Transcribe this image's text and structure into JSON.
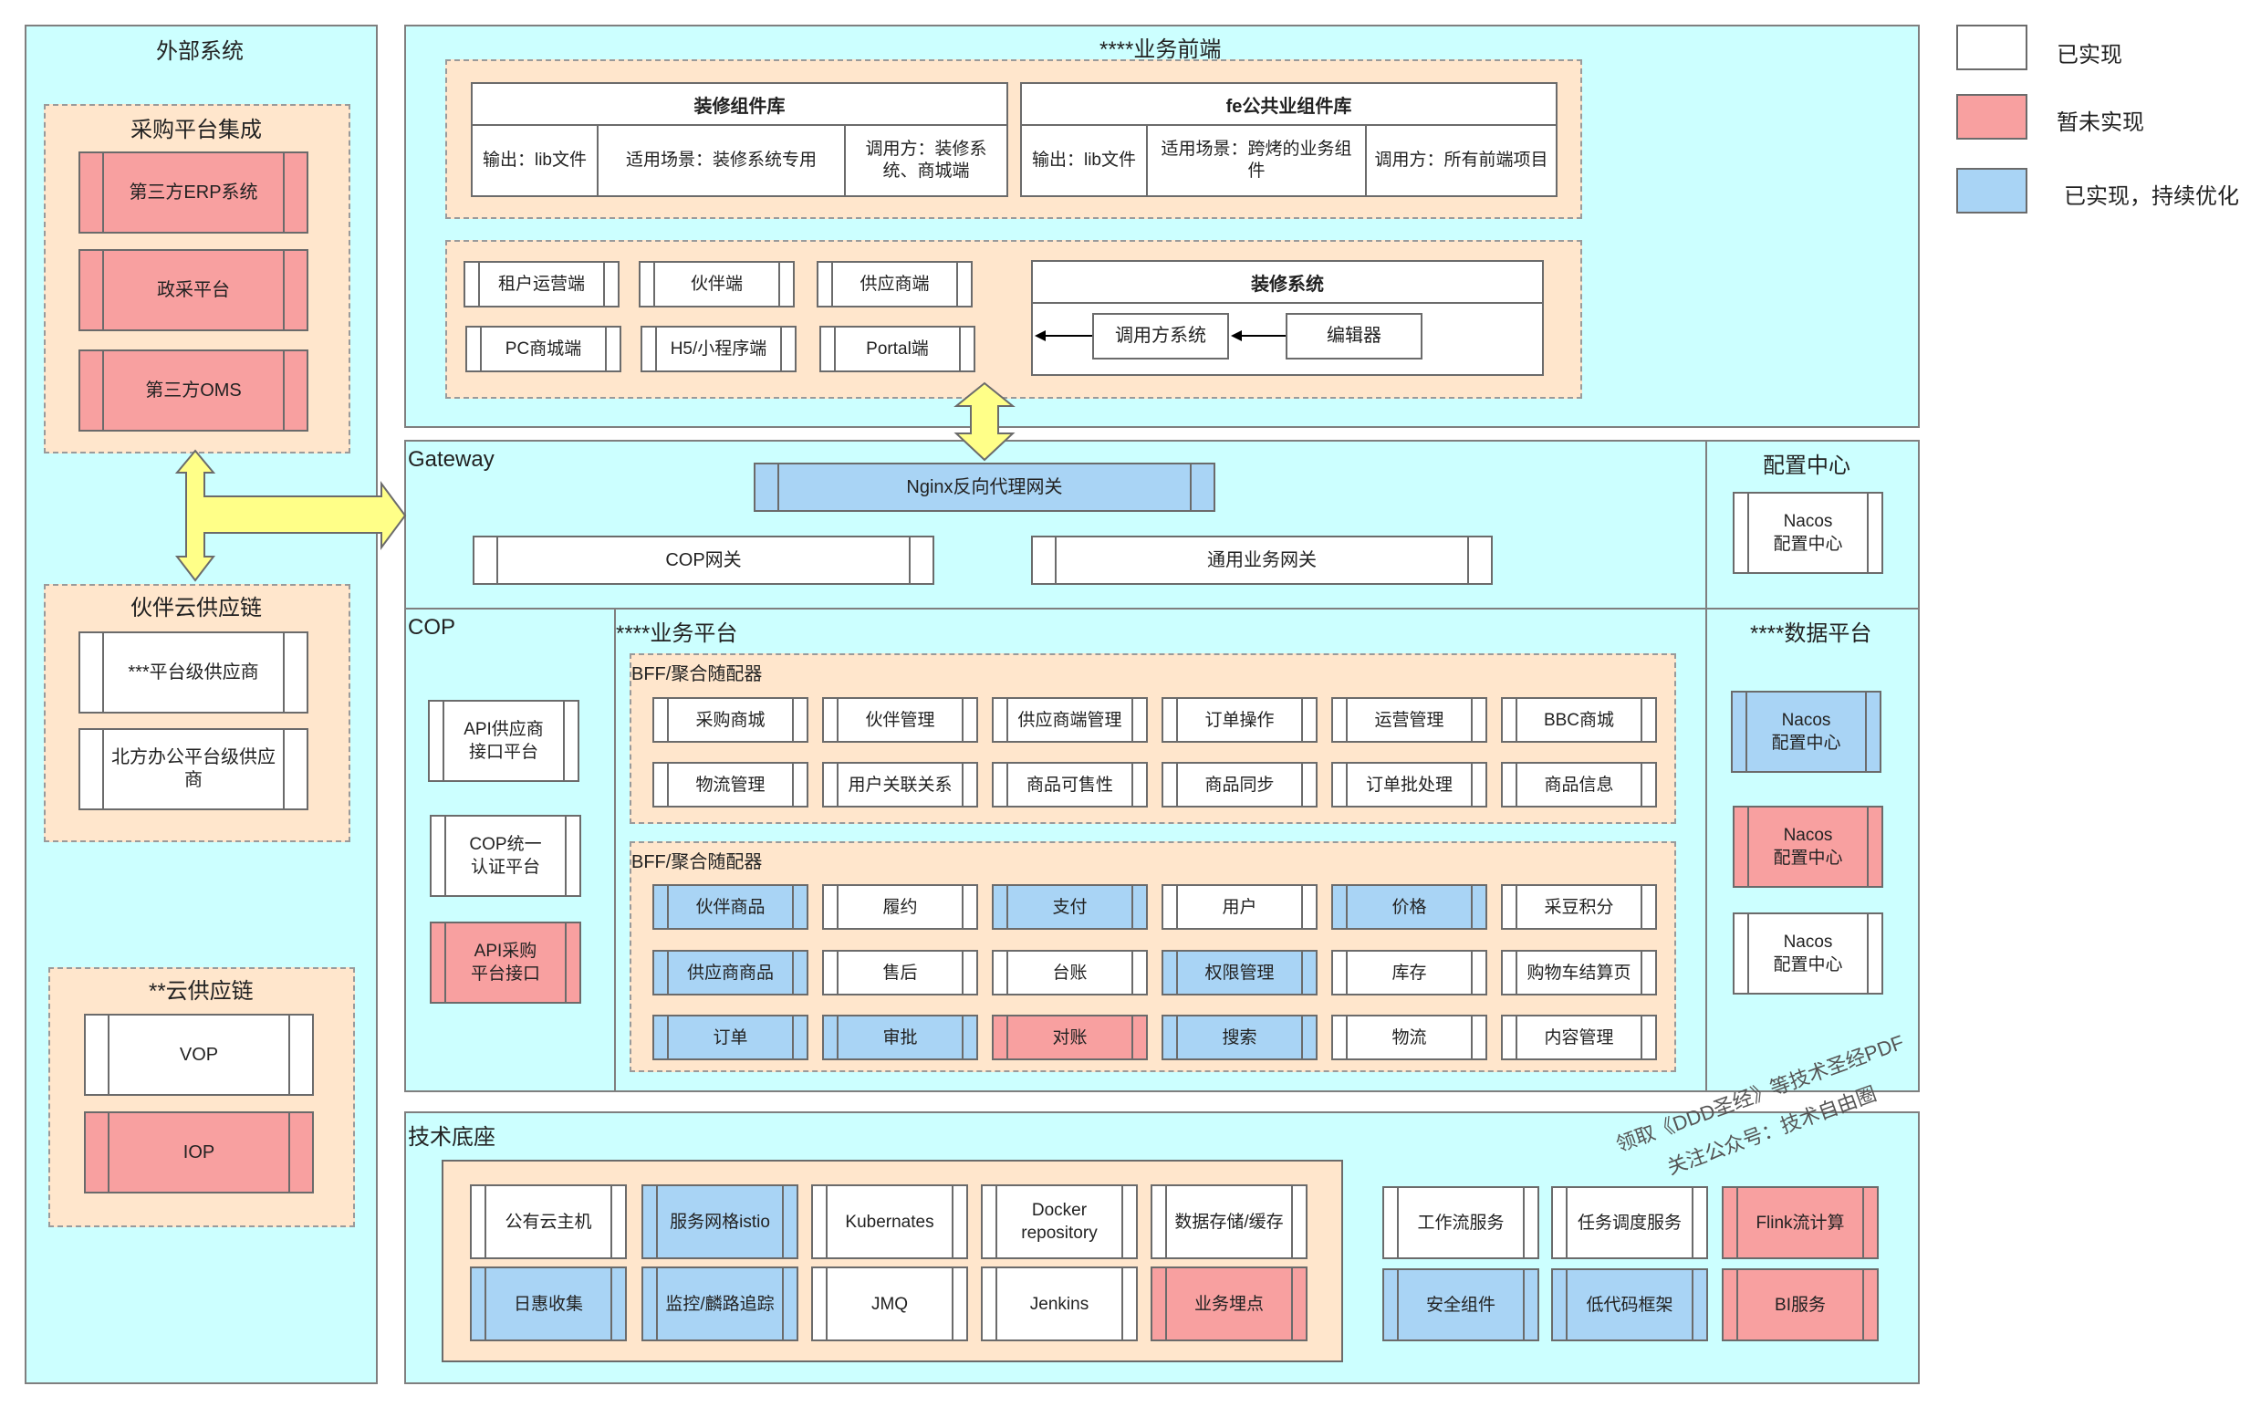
{
  "legend": [
    {
      "label": "已实现",
      "color": "#ffffff"
    },
    {
      "label": "暂未实现",
      "color": "#f8a0a0"
    },
    {
      "label": "已实现，持续优化",
      "color": "#a9d4f5"
    }
  ],
  "external": {
    "title": "外部系统",
    "procurement": {
      "title": "采购平台集成",
      "items": [
        "第三方ERP系统",
        "政采平台",
        "第三方OMS"
      ]
    },
    "partner_chain": {
      "title": "伙伴云供应链",
      "items": [
        "***平台级供应商",
        "北方办公平台级供应商"
      ]
    },
    "cloud_chain": {
      "title": "**云供应链",
      "items": [
        "VOP",
        "IOP"
      ]
    }
  },
  "frontend": {
    "title": "****业务前端",
    "libs": [
      {
        "name": "装修组件库",
        "cells": [
          "输出：lib文件",
          "适用场景：装修系统专用",
          "调用方：装修系统、商城端"
        ]
      },
      {
        "name": "fe公共业组件库",
        "cells": [
          "输出：lib文件",
          "适用场景：跨烤的业务组件",
          "调用方：所有前端项目"
        ]
      }
    ],
    "apps_row1": [
      "租户运营端",
      "伙伴端",
      "供应商端"
    ],
    "apps_row2": [
      "PC商城端",
      "H5/小程序端",
      "Portal端"
    ],
    "decoration": {
      "title": "装修系统",
      "caller": "调用方系统",
      "editor": "编辑器"
    }
  },
  "gateway": {
    "title": "Gateway",
    "nginx": "Nginx反向代理网关",
    "cop": "COP网关",
    "common": "通用业务网关"
  },
  "config_center": {
    "title": "配置中心",
    "nacos": "Nacos\n配置中心"
  },
  "cop": {
    "title": "COP",
    "items": [
      "API供应商\n接口平台",
      "COP统一\n认证平台",
      "API采购\n平台接口"
    ]
  },
  "biz_platform": {
    "title": "****业务平台",
    "bff1": {
      "title": "BFF/聚合随配器",
      "row1": [
        "采购商城",
        "伙伴管理",
        "供应商端管理",
        "订单操作",
        "运营管理",
        "BBC商城"
      ],
      "row2": [
        "物流管理",
        "用户关联关系",
        "商品可售性",
        "商品同步",
        "订单批处理",
        "商品信息"
      ]
    },
    "bff2": {
      "title": "BFF/聚合随配器",
      "row1": [
        "伙伴商品",
        "履约",
        "支付",
        "用户",
        "价格",
        "采豆积分"
      ],
      "row2": [
        "供应商商品",
        "售后",
        "台账",
        "权限管理",
        "库存",
        "购物车结算页"
      ],
      "row3": [
        "订单",
        "审批",
        "对账",
        "搜索",
        "物流",
        "内容管理"
      ]
    }
  },
  "data_platform": {
    "title": "****数据平台",
    "items": [
      "Nacos\n配置中心",
      "Nacos\n配置中心",
      "Nacos\n配置中心"
    ]
  },
  "tech_base": {
    "title": "技术底座",
    "row1": [
      "公有云主机",
      "服务网格istio",
      "Kubernates",
      "Docker\nrepository",
      "数据存储/缓存"
    ],
    "row2": [
      "日惠收集",
      "监控/麟路追踪",
      "JMQ",
      "Jenkins",
      "业务埋点"
    ],
    "right_row1": [
      "工作流服务",
      "任务调度服务",
      "Flink流计算"
    ],
    "right_row2": [
      "安全组件",
      "低代码框架",
      "BI服务"
    ]
  },
  "watermark": [
    "领取《DDD圣经》等技术圣经PDF",
    "关注公众号：技术自由圈"
  ]
}
